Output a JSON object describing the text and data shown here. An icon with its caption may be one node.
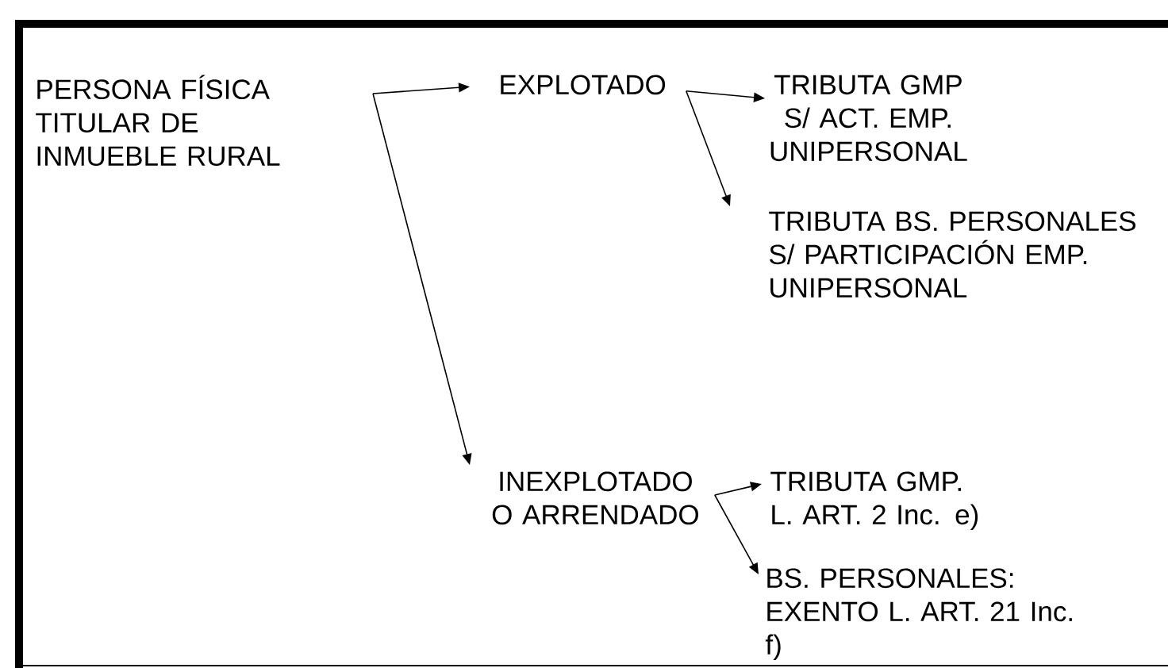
{
  "diagram": {
    "nodes": [
      {
        "text": [
          "PERSONA FÍSICA TITULAR DE INMUEBLE RURAL"
        ]
      },
      {
        "text": [
          "EXPLOTADO"
        ]
      },
      {
        "text": [
          "TRIBUTA GMP S/ ACT. EMP. UNIPERSONAL"
        ]
      },
      {
        "text": [
          "TRIBUTA BS. PERSONALES S/ PARTICIPACIÓN EMP. UNIPERSONAL"
        ]
      },
      {
        "text": [
          "INEXPLOTADO O ARRENDADO"
        ]
      },
      {
        "text": [
          "TRIBUTA GMP. L. ART. 2 Inc. e)"
        ]
      },
      {
        "text": [
          "BS. PERSONALES: EXENTO L. ART. 21 Inc. f)"
        ]
      }
    ],
    "edges": [
      {
        "from": 0,
        "to": 1,
        "arrow": "to"
      },
      {
        "from": 0,
        "to": 4,
        "arrow": "to"
      },
      {
        "from": 1,
        "to": 2,
        "arrow": "to"
      },
      {
        "from": 1,
        "to": 3,
        "arrow": "to"
      },
      {
        "from": 4,
        "to": 5,
        "arrow": "to"
      },
      {
        "from": 4,
        "to": 6,
        "arrow": "to"
      }
    ]
  }
}
